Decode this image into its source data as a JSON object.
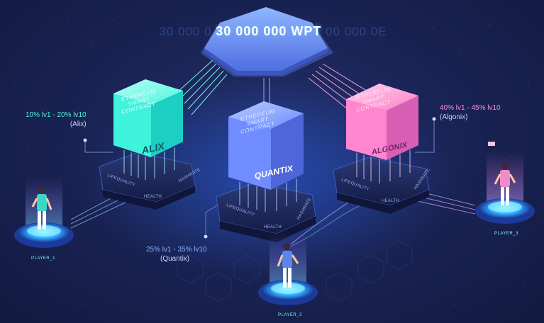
{
  "ticker": {
    "left_ghost": "30 000 0",
    "main": "30 000 000 WPT",
    "right_ghost": "00 000 0E"
  },
  "nodes": {
    "alix": {
      "contract_line1": "ETHEREUM",
      "contract_line2": "SMART",
      "contract_line3": "CONTRACT",
      "name": "ALIX",
      "color": "#3ff2dc"
    },
    "quantix": {
      "contract_line1": "ETHEREUM",
      "contract_line2": "SMART",
      "contract_line3": "CONTRACT",
      "name": "QUANTIX",
      "color": "#6f8dff"
    },
    "algonix": {
      "contract_line1": "ETHEREUM",
      "contract_line2": "SMART",
      "contract_line3": "CONTRACT",
      "name": "ALGONIX",
      "color": "#ff7fc8"
    }
  },
  "base_tags": {
    "lifequality": "LIFEQUALITY",
    "health": "HEALTH",
    "hashrate": "HASHRATE"
  },
  "rates": {
    "alix": {
      "lv": "10% lv1 - 20% lv10",
      "name": "(Alix)"
    },
    "quantix": {
      "lv": "25% lv1 - 35% lv10",
      "name": "(Quantix)"
    },
    "algonix": {
      "lv": "40% lv1 - 45% lv10",
      "name": "(Algonix)"
    }
  },
  "players": {
    "p1": "PLAYER_1",
    "p2": "PLAYER_2",
    "p3": "PLAYER_3"
  }
}
